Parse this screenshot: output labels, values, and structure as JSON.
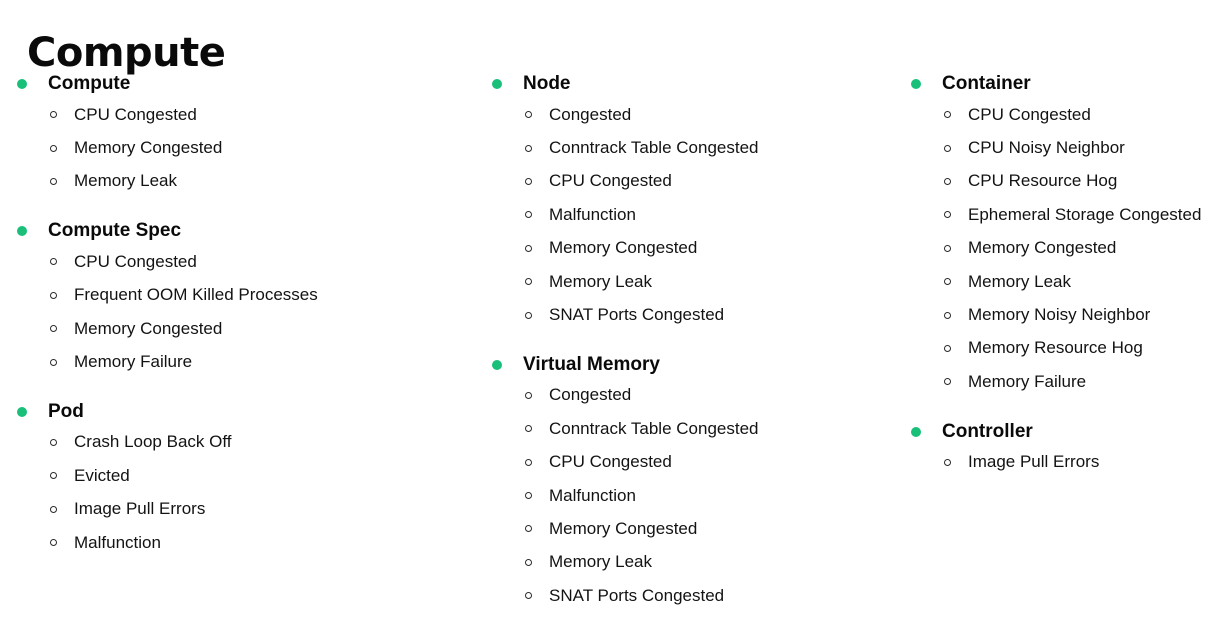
{
  "page": {
    "title": "Compute",
    "background_color": "#ffffff",
    "accent_color": "#1abf79",
    "text_color": "#131313",
    "group_bullet_icon": "filled-circle-bullet",
    "item_marker_icon": "hollow-circle-bullet"
  },
  "columns": [
    {
      "name": "column-1",
      "groups": [
        {
          "title": "Compute",
          "items": [
            "CPU Congested",
            "Memory Congested",
            "Memory Leak"
          ]
        },
        {
          "title": "Compute Spec",
          "items": [
            "CPU Congested",
            "Frequent OOM Killed Processes",
            "Memory Congested",
            "Memory Failure"
          ]
        },
        {
          "title": "Pod",
          "items": [
            "Crash Loop Back Off",
            "Evicted",
            "Image Pull Errors",
            "Malfunction"
          ]
        }
      ]
    },
    {
      "name": "column-2",
      "groups": [
        {
          "title": "Node",
          "items": [
            "Congested",
            "Conntrack Table Congested",
            "CPU Congested",
            "Malfunction",
            "Memory Congested",
            "Memory Leak",
            "SNAT Ports Congested"
          ]
        },
        {
          "title": "Virtual Memory",
          "items": [
            "Congested",
            "Conntrack Table Congested",
            "CPU Congested",
            "Malfunction",
            "Memory Congested",
            "Memory Leak",
            "SNAT Ports Congested"
          ]
        }
      ]
    },
    {
      "name": "column-3",
      "groups": [
        {
          "title": "Container",
          "items": [
            "CPU Congested",
            "CPU Noisy Neighbor",
            "CPU Resource Hog",
            "Ephemeral Storage Congested",
            "Memory Congested",
            "Memory Leak",
            "Memory Noisy Neighbor",
            "Memory Resource Hog",
            "Memory Failure"
          ]
        },
        {
          "title": "Controller",
          "items": [
            "Image Pull Errors"
          ]
        }
      ]
    }
  ]
}
